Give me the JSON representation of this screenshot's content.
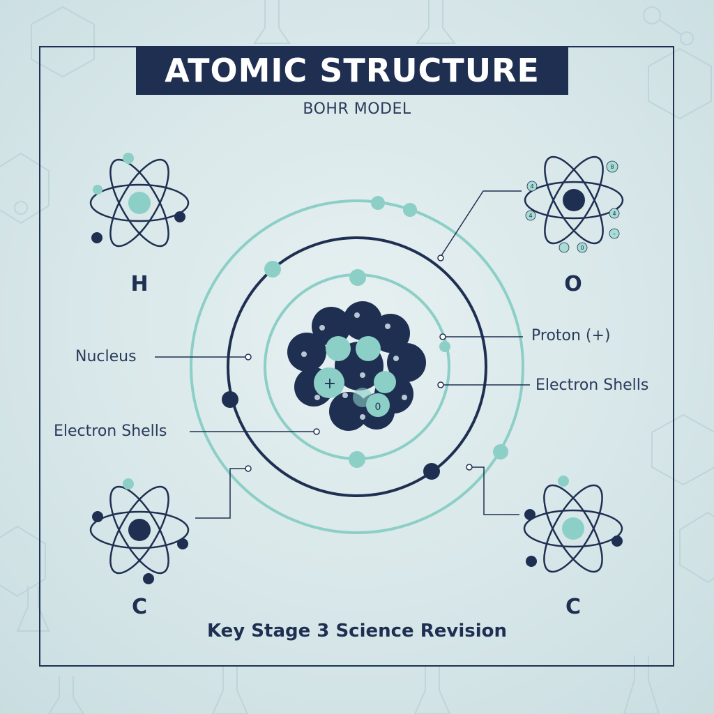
{
  "title": "ATOMIC STRUCTURE",
  "subtitle": "BOHR MODEL",
  "labels": {
    "nucleus": "Nucleus",
    "electron_shells_left": "Electron Shells",
    "proton": "Proton (+)",
    "electron_shells_right": "Electron Shells"
  },
  "nucleus_signs": {
    "plus": "+",
    "zero": "0"
  },
  "atoms": {
    "top_left": "H",
    "top_right": "O",
    "bottom_left": "C",
    "bottom_right": "C"
  },
  "oxygen_electron_marks": [
    "8",
    "4",
    "4",
    "4",
    "–",
    "0"
  ],
  "footer": "Key Stage 3 Science Revision",
  "colors": {
    "navy": "#1f2f52",
    "teal": "#8ccfc6",
    "teal_light": "#a8dcd4",
    "background": "#dde9eb"
  }
}
